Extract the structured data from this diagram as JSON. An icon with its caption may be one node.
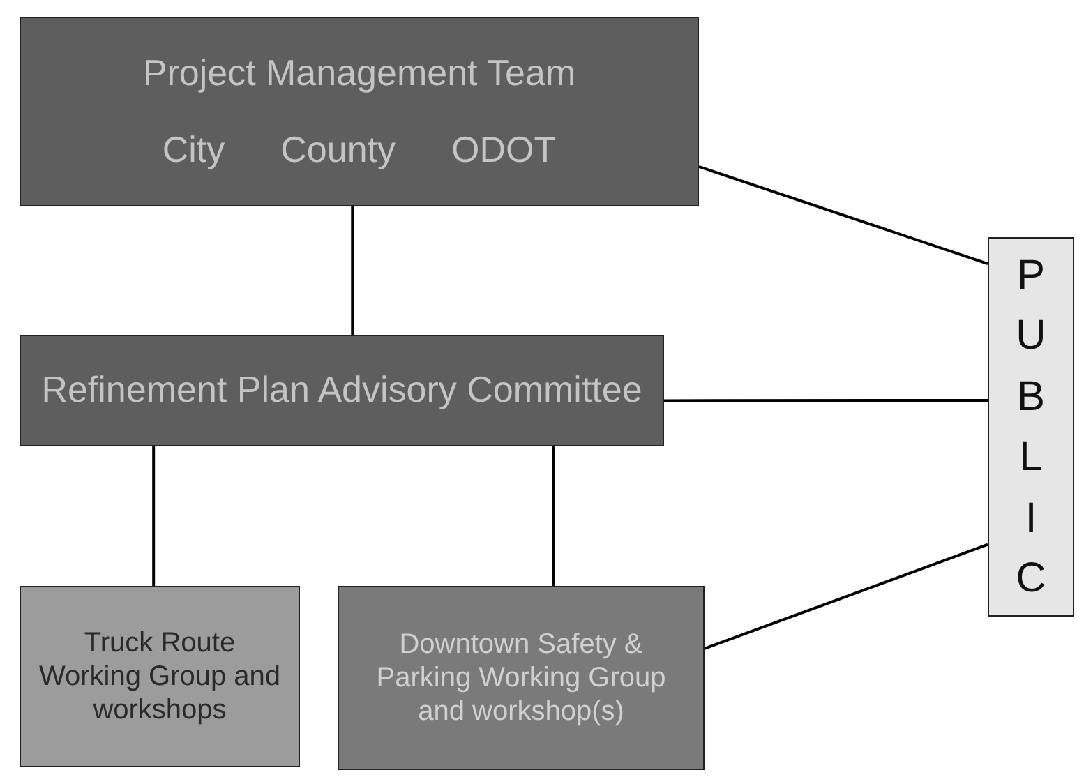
{
  "diagram": {
    "nodes": [
      {
        "text": [
          "Project Management Team",
          "City",
          "County",
          "ODOT"
        ]
      },
      {
        "text": [
          "Refinement Plan Advisory Committee"
        ]
      },
      {
        "text": [
          "Truck Route Working Group and workshops"
        ]
      },
      {
        "text": [
          "Downtown Safety & Parking Working Group and workshop(s)"
        ]
      },
      {
        "text": [
          "PUBLIC"
        ]
      }
    ],
    "edges": [
      {
        "from": 0,
        "to": 1,
        "arrow": "none"
      },
      {
        "from": 1,
        "to": 2,
        "arrow": "none"
      },
      {
        "from": 1,
        "to": 3,
        "arrow": "none"
      },
      {
        "from": 0,
        "to": 4,
        "arrow": "none"
      },
      {
        "from": 1,
        "to": 4,
        "arrow": "none"
      },
      {
        "from": 3,
        "to": 4,
        "arrow": "none"
      }
    ]
  }
}
